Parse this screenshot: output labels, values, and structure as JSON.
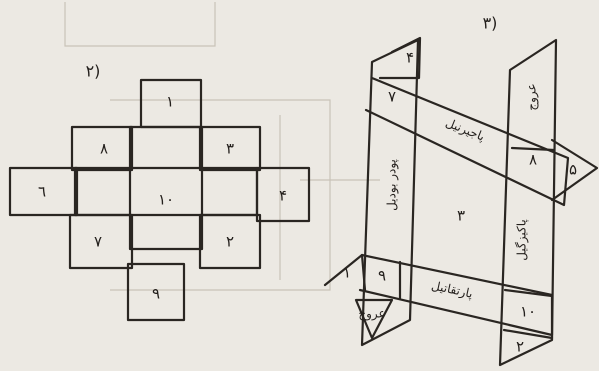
{
  "figure_left": {
    "heading": "۲)",
    "cells": {
      "top": "۱",
      "upper_left": "۸",
      "upper_right": "۳",
      "far_left": "٦",
      "center": "۱۰",
      "far_right": "۴",
      "lower_left": "۷",
      "lower_right": "۲",
      "bottom": "۹"
    }
  },
  "figure_right": {
    "heading": "۳)",
    "labels": {
      "top_tab": "۴",
      "left_strip_top": "۷",
      "left_strip_text": "پودر بودیل",
      "diag_upper_text": "پاجیرنیل",
      "right_strip_top": "عروج",
      "right_strip_mid": "۸",
      "right_tab": "۵",
      "center": "۳",
      "right_strip_text": "پاکیزگیل",
      "lower_left_tab": "۱",
      "lower_left_cell": "۹",
      "bottom_tab_left": "عروج",
      "diag_lower_text": "پارتقاتیل",
      "right_strip_bottom": "۱۰",
      "bottom_tab_right": "۲"
    }
  }
}
